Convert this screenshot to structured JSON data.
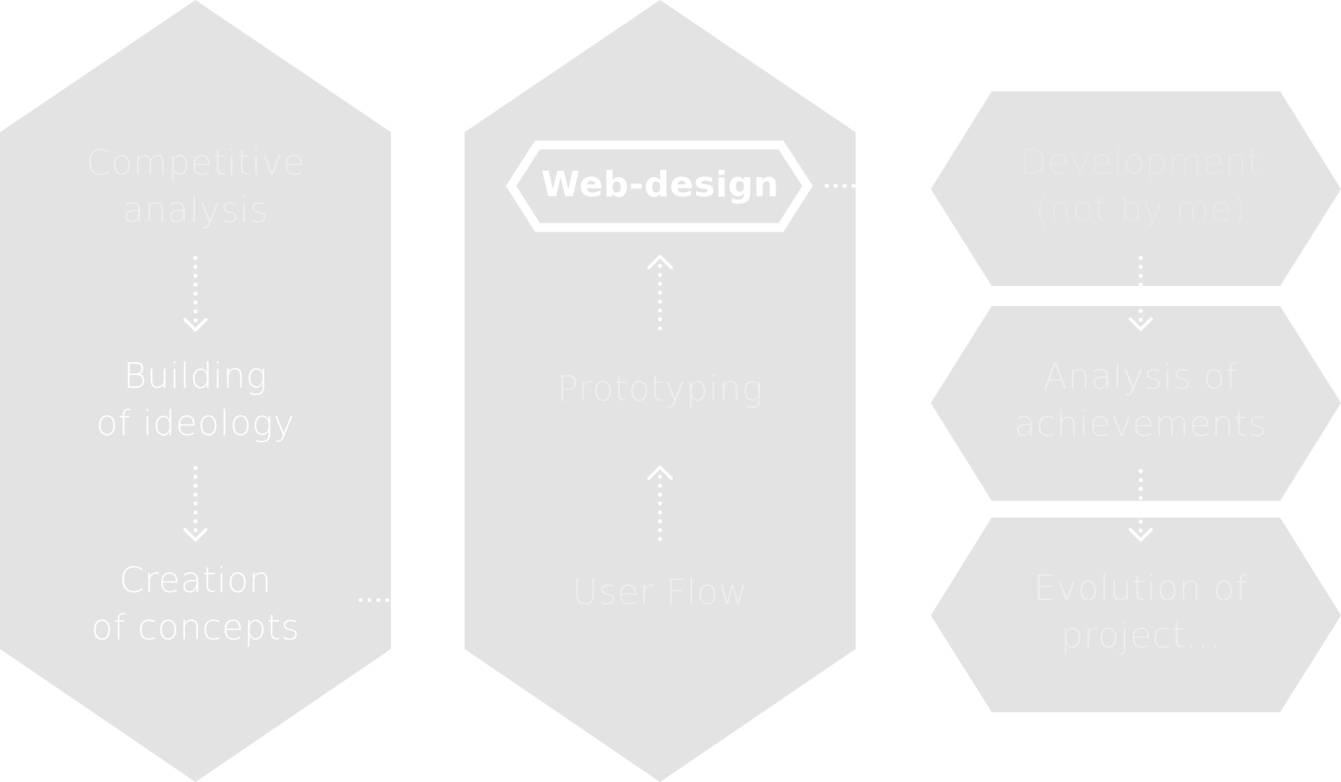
{
  "colors": {
    "background": "#ffffff",
    "hexagon_fill": "#e3e3e3",
    "active_text": "#ffffff",
    "muted_text": "#eeeeee",
    "very_muted_text": "#e8e8e8",
    "connector": "#ffffff"
  },
  "columns": [
    {
      "id": "strategy",
      "steps": [
        {
          "lines": [
            "Competitive",
            "analysis"
          ],
          "state": "muted"
        },
        {
          "lines": [
            "Building",
            "of ideology"
          ],
          "state": "active"
        },
        {
          "lines": [
            "Creation",
            "of concepts"
          ],
          "state": "active"
        }
      ],
      "arrows": [
        "down",
        "down"
      ],
      "connector_to_next": "dotted"
    },
    {
      "id": "design",
      "steps": [
        {
          "lines": [
            "Web-design"
          ],
          "state": "highlighted"
        },
        {
          "lines": [
            "Prototyping"
          ],
          "state": "muted"
        },
        {
          "lines": [
            "User Flow"
          ],
          "state": "muted"
        }
      ],
      "arrows": [
        "up",
        "up"
      ],
      "connector_to_next": "dotted"
    },
    {
      "id": "delivery",
      "steps": [
        {
          "lines": [
            "Development",
            "(not by me)"
          ],
          "state": "very-muted"
        },
        {
          "lines": [
            "Analysis of",
            "achievements"
          ],
          "state": "muted"
        },
        {
          "lines": [
            "Evolution of",
            "project..."
          ],
          "state": "muted"
        }
      ],
      "arrows": [
        "down",
        "down"
      ]
    }
  ]
}
